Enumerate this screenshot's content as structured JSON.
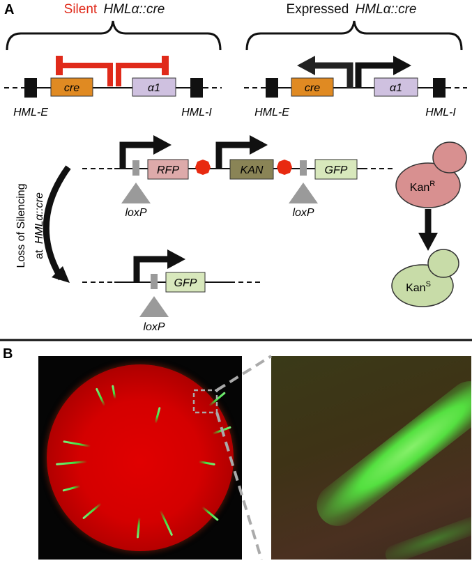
{
  "panel_a": {
    "letter": "A",
    "silent_title_word": "Silent",
    "silent_title_gene": "HMLα::cre",
    "expressed_title_word": "Expressed",
    "expressed_title_gene": "HMLα::cre",
    "cre_label": "cre",
    "alpha1_label": "α1",
    "hml_e_label": "HML-E",
    "hml_i_label": "HML-I",
    "rfp_label": "RFP",
    "kan_label": "KAN",
    "gfp_label": "GFP",
    "loxp_label": "loxP",
    "kanr_main": "Kan",
    "kanr_sup": "R",
    "kans_main": "Kan",
    "kans_sup": "S",
    "loss_line1": "Loss of Silencing",
    "loss_line2_prefix": "at",
    "loss_line2_gene": "HMLα::cre"
  },
  "panel_b": {
    "letter": "B"
  },
  "colors": {
    "silencing_red": "#e02a1a",
    "cre_orange": "#e08a22",
    "alpha1_purple": "#cfc1e0",
    "rfp_pink": "#ddaaaa",
    "kan_olive": "#8a8456",
    "gfp_green": "#d8e8bc",
    "terminator_red": "#e82a10",
    "loxp_gray": "#9a9a9a",
    "kanr_cell": "#d89090",
    "kans_cell": "#c8dca8"
  }
}
